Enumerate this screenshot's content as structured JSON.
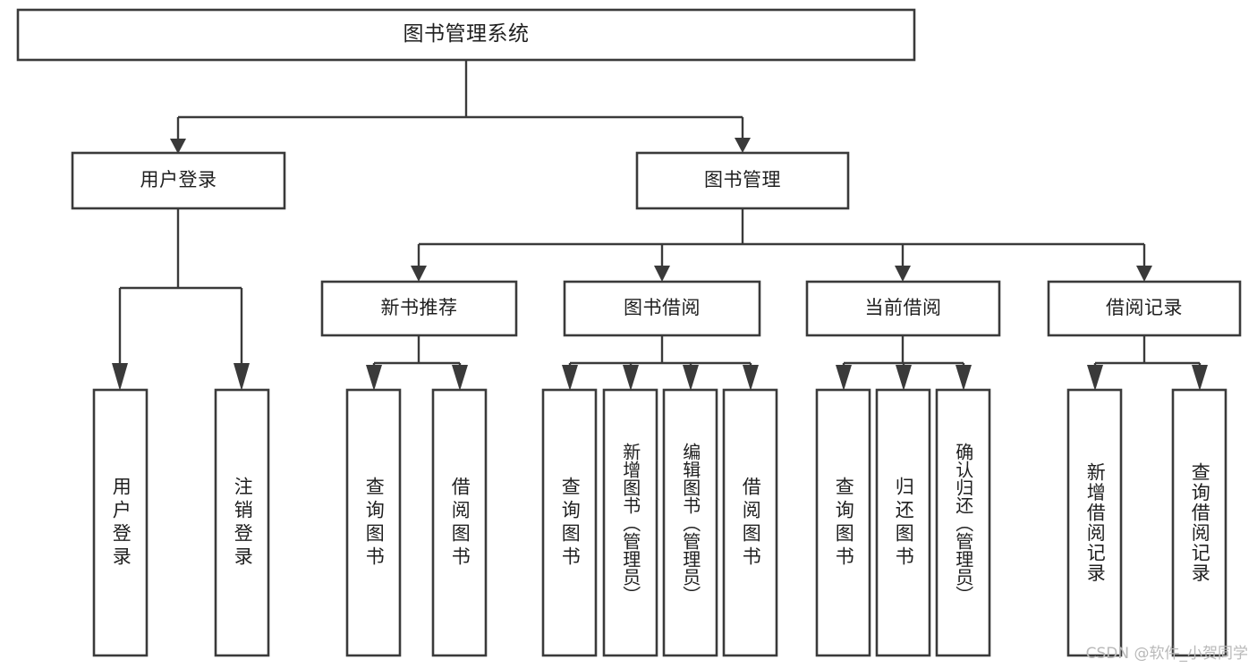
{
  "diagram": {
    "type": "tree",
    "title": "图书管理系统",
    "watermark": "CSDN @软件_小贺同学",
    "colors": {
      "stroke": "#3a3a3a",
      "fill": "#ffffff",
      "text": "#1f1f1f",
      "watermark": "#b9b9b9"
    },
    "levels": {
      "root": "图书管理系统",
      "level2": [
        "用户登录",
        "图书管理"
      ],
      "level3": [
        "新书推荐",
        "图书借阅",
        "当前借阅",
        "借阅记录"
      ]
    },
    "nodes": {
      "root": {
        "label": "图书管理系统"
      },
      "user_login": {
        "label": "用户登录"
      },
      "book_manage": {
        "label": "图书管理"
      },
      "new_book_rec": {
        "label": "新书推荐"
      },
      "book_borrow": {
        "label": "图书借阅"
      },
      "current_borrow": {
        "label": "当前借阅"
      },
      "borrow_record": {
        "label": "借阅记录"
      },
      "leaf_user_login": {
        "label": "用户登录"
      },
      "leaf_user_logout": {
        "label": "注销登录"
      },
      "leaf_query_book_a": {
        "label": "查询图书"
      },
      "leaf_borrow_book_a": {
        "label": "借阅图书"
      },
      "leaf_query_book_b": {
        "label": "查询图书"
      },
      "leaf_add_book": {
        "label": "新增图书（管理员）"
      },
      "leaf_edit_book": {
        "label": "编辑图书（管理员）"
      },
      "leaf_borrow_book_b": {
        "label": "借阅图书"
      },
      "leaf_query_book_c": {
        "label": "查询图书"
      },
      "leaf_return_book": {
        "label": "归还图书"
      },
      "leaf_confirm_return": {
        "label": "确认归还（管理员）"
      },
      "leaf_add_record": {
        "label": "新增借阅记录"
      },
      "leaf_query_record": {
        "label": "查询借阅记录"
      }
    },
    "edges": [
      {
        "from": "root",
        "to": "user_login"
      },
      {
        "from": "root",
        "to": "book_manage"
      },
      {
        "from": "user_login",
        "to": "leaf_user_login"
      },
      {
        "from": "user_login",
        "to": "leaf_user_logout"
      },
      {
        "from": "book_manage",
        "to": "new_book_rec"
      },
      {
        "from": "book_manage",
        "to": "book_borrow"
      },
      {
        "from": "book_manage",
        "to": "current_borrow"
      },
      {
        "from": "book_manage",
        "to": "borrow_record"
      },
      {
        "from": "new_book_rec",
        "to": "leaf_query_book_a"
      },
      {
        "from": "new_book_rec",
        "to": "leaf_borrow_book_a"
      },
      {
        "from": "book_borrow",
        "to": "leaf_query_book_b"
      },
      {
        "from": "book_borrow",
        "to": "leaf_add_book"
      },
      {
        "from": "book_borrow",
        "to": "leaf_edit_book"
      },
      {
        "from": "book_borrow",
        "to": "leaf_borrow_book_b"
      },
      {
        "from": "current_borrow",
        "to": "leaf_query_book_c"
      },
      {
        "from": "current_borrow",
        "to": "leaf_return_book"
      },
      {
        "from": "current_borrow",
        "to": "leaf_confirm_return"
      },
      {
        "from": "borrow_record",
        "to": "leaf_add_record"
      },
      {
        "from": "borrow_record",
        "to": "leaf_query_record"
      }
    ]
  }
}
